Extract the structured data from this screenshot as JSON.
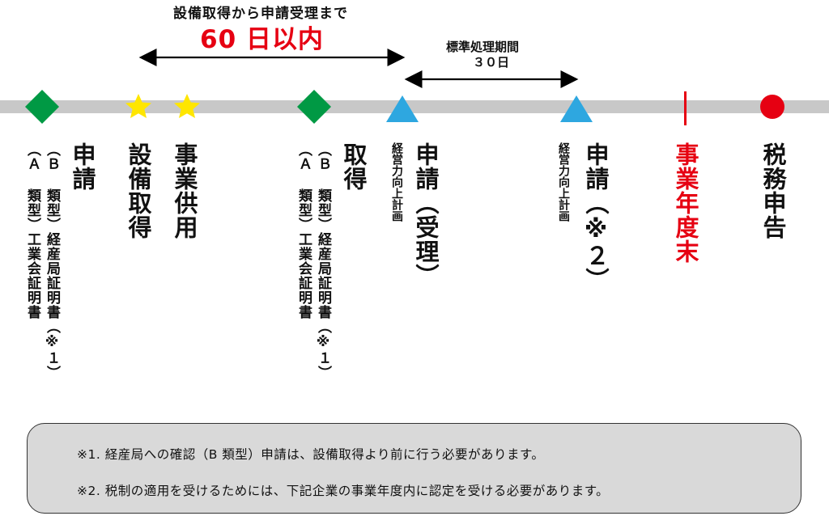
{
  "top_label": {
    "caption": "設備取得から申請受理まで",
    "days": "60 日以内"
  },
  "standard_period": {
    "caption": "標準処理期間",
    "days": "３０日"
  },
  "columns": {
    "app_a_main": "申請",
    "app_a_sub1": "（Ｂ 類型）経産局証明書（※１）",
    "app_a_sub2": "（Ａ 類型）工業会証明書",
    "equip_acq": "設備取得",
    "in_service": "事業供用",
    "acq_main": "取得",
    "acq_sub1": "（Ｂ 類型）経産局証明書（※１）",
    "acq_sub2": "（Ａ 類型）工業会証明書",
    "plan_sub1": "経営力向上計画",
    "plan_main1": "申請（受理）",
    "plan_sub2": "経営力向上計画",
    "plan_main2": "申請（※２）",
    "fy_end": "事業年度末",
    "tax": "税務申告"
  },
  "notes": [
    "※1. 経産局への確認（B 類型）申請は、設備取得より前に行う必要があります。",
    "※2. 税制の適用を受けるためには、下記企業の事業年度内に認定を受ける必要があります。"
  ],
  "colors": {
    "timeline": "#c8c8c8",
    "diamond": "#009944",
    "star": "#ffe600",
    "triangle": "#2ea7e0",
    "accent_red": "#e60012",
    "note_bg": "#d9d9d9"
  }
}
